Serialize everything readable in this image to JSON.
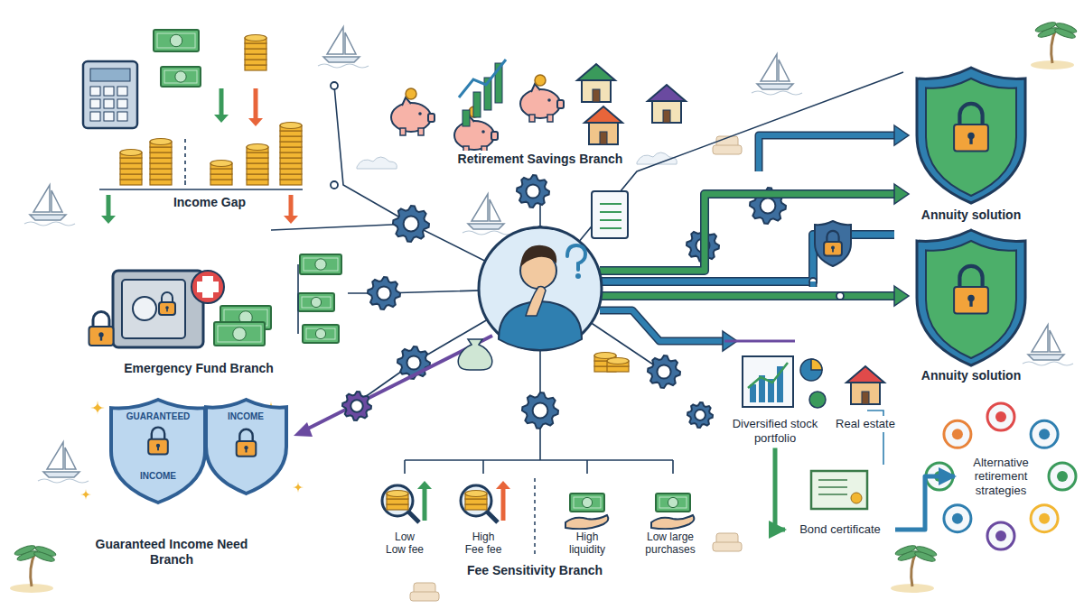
{
  "diagram": {
    "nodes": [
      {
        "text": [
          "Retirement Savings Branch"
        ]
      },
      {
        "text": [
          "Income Gap"
        ]
      },
      {
        "text": [
          "Annuity solution"
        ]
      },
      {
        "text": [
          "Emergency Fund Branch"
        ]
      },
      {
        "text": [
          "Annuity solution"
        ]
      },
      {
        "text": [
          "Diversified stock portfolio"
        ]
      },
      {
        "text": [
          "Real estate"
        ]
      },
      {
        "text": [
          "GUARANTEED",
          "INCOME"
        ]
      },
      {
        "text": [
          "INCOME"
        ]
      },
      {
        "text": [
          "Bond certificate"
        ]
      },
      {
        "text": [
          "Alternative retirement strategies"
        ]
      },
      {
        "text": [
          "Low Low fee"
        ]
      },
      {
        "text": [
          "High Fee fee"
        ]
      },
      {
        "text": [
          "High liquidity"
        ]
      },
      {
        "text": [
          "Low large purchases"
        ]
      }
    ],
    "edges": [
      {
        "from": 5,
        "to": 9,
        "arrow": "to"
      },
      {
        "from": 9,
        "to": 10,
        "arrow": "to"
      }
    ],
    "labels": [
      "Guaranteed Income Need Branch",
      "Fee Sensitivity Branch"
    ]
  }
}
